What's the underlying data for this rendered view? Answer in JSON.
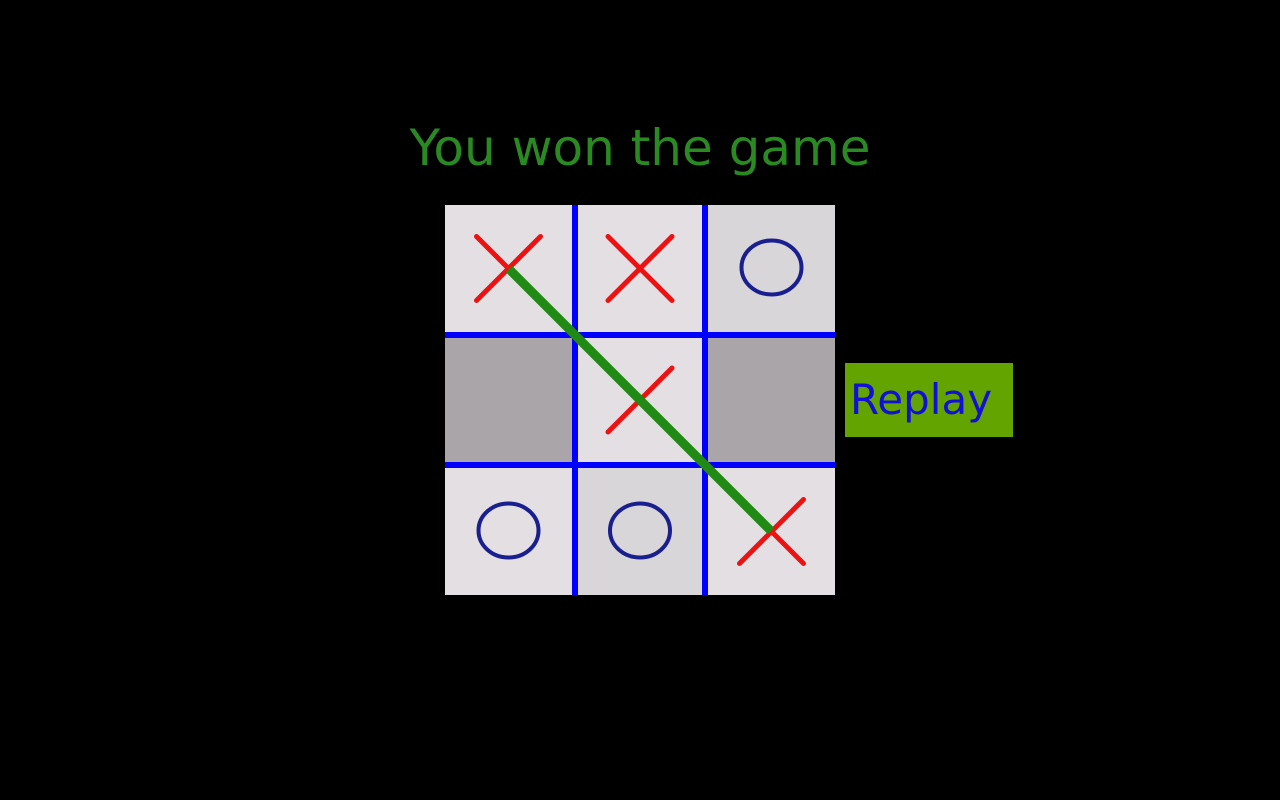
{
  "status": {
    "message": "You won the game",
    "color": "#2a8a22"
  },
  "board": {
    "cells": [
      {
        "row": 0,
        "col": 0,
        "mark": "X",
        "bg": "#e3dfe3"
      },
      {
        "row": 0,
        "col": 1,
        "mark": "X",
        "bg": "#e3dfe3"
      },
      {
        "row": 0,
        "col": 2,
        "mark": "O",
        "bg": "#d8d6d9"
      },
      {
        "row": 1,
        "col": 0,
        "mark": "",
        "bg": "#a9a5a8"
      },
      {
        "row": 1,
        "col": 1,
        "mark": "X",
        "bg": "#e3dfe3"
      },
      {
        "row": 1,
        "col": 2,
        "mark": "",
        "bg": "#a9a5a8"
      },
      {
        "row": 2,
        "col": 0,
        "mark": "O",
        "bg": "#e3dfe3"
      },
      {
        "row": 2,
        "col": 1,
        "mark": "O",
        "bg": "#d8d6d9"
      },
      {
        "row": 2,
        "col": 2,
        "mark": "X",
        "bg": "#e3dfe3"
      }
    ],
    "grid_color": "#0000ff",
    "x_color": "#ee1111",
    "o_color": "#1a1f8f",
    "winning_line": {
      "from": [
        0,
        0
      ],
      "to": [
        2,
        2
      ],
      "color": "#208a14"
    }
  },
  "replay_button": {
    "label": "Replay",
    "bg": "#63a400",
    "color": "#1010d8"
  }
}
